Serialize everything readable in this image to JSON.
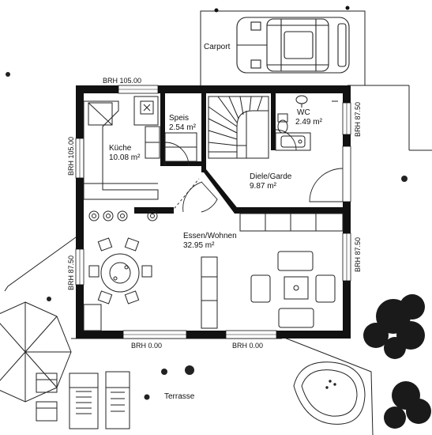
{
  "rooms": {
    "kueche": {
      "name": "Küche",
      "area": "10.08 m²"
    },
    "speis": {
      "name": "Speis",
      "area": "2.54 m²"
    },
    "wc": {
      "name": "WC",
      "area": "2.49 m²"
    },
    "diele": {
      "name": "Diele/Garde",
      "area": "9.87 m²"
    },
    "essen": {
      "name": "Essen/Wohnen",
      "area": "32.95 m²"
    }
  },
  "outdoor": {
    "carport": "Carport",
    "terrasse": "Terrasse"
  },
  "brh": {
    "top": "BRH 105.00",
    "left_upper": "BRH 105.00",
    "left_lower": "BRH 87.50",
    "right_upper": "BRH 87.50",
    "right_lower": "BRH 87.50",
    "bottom_left": "BRH 0.00",
    "bottom_right": "BRH 0.00"
  },
  "colors": {
    "ink": "#111111",
    "paper": "#ffffff",
    "furniture": "#333333"
  }
}
